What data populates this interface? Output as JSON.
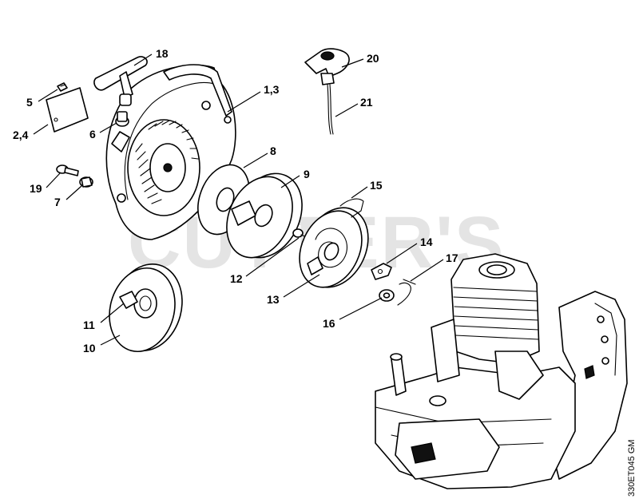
{
  "watermark": "CUTTER'S",
  "reference_code": "330ET045 GM",
  "callouts": {
    "c18": "18",
    "c5": "5",
    "c24": "2,4",
    "c6": "6",
    "c13a": "1,3",
    "c20": "20",
    "c21": "21",
    "c8": "8",
    "c19": "19",
    "c7": "7",
    "c9": "9",
    "c15": "15",
    "c14": "14",
    "c17": "17",
    "c12": "12",
    "c13": "13",
    "c11": "11",
    "c10": "10",
    "c16": "16"
  }
}
